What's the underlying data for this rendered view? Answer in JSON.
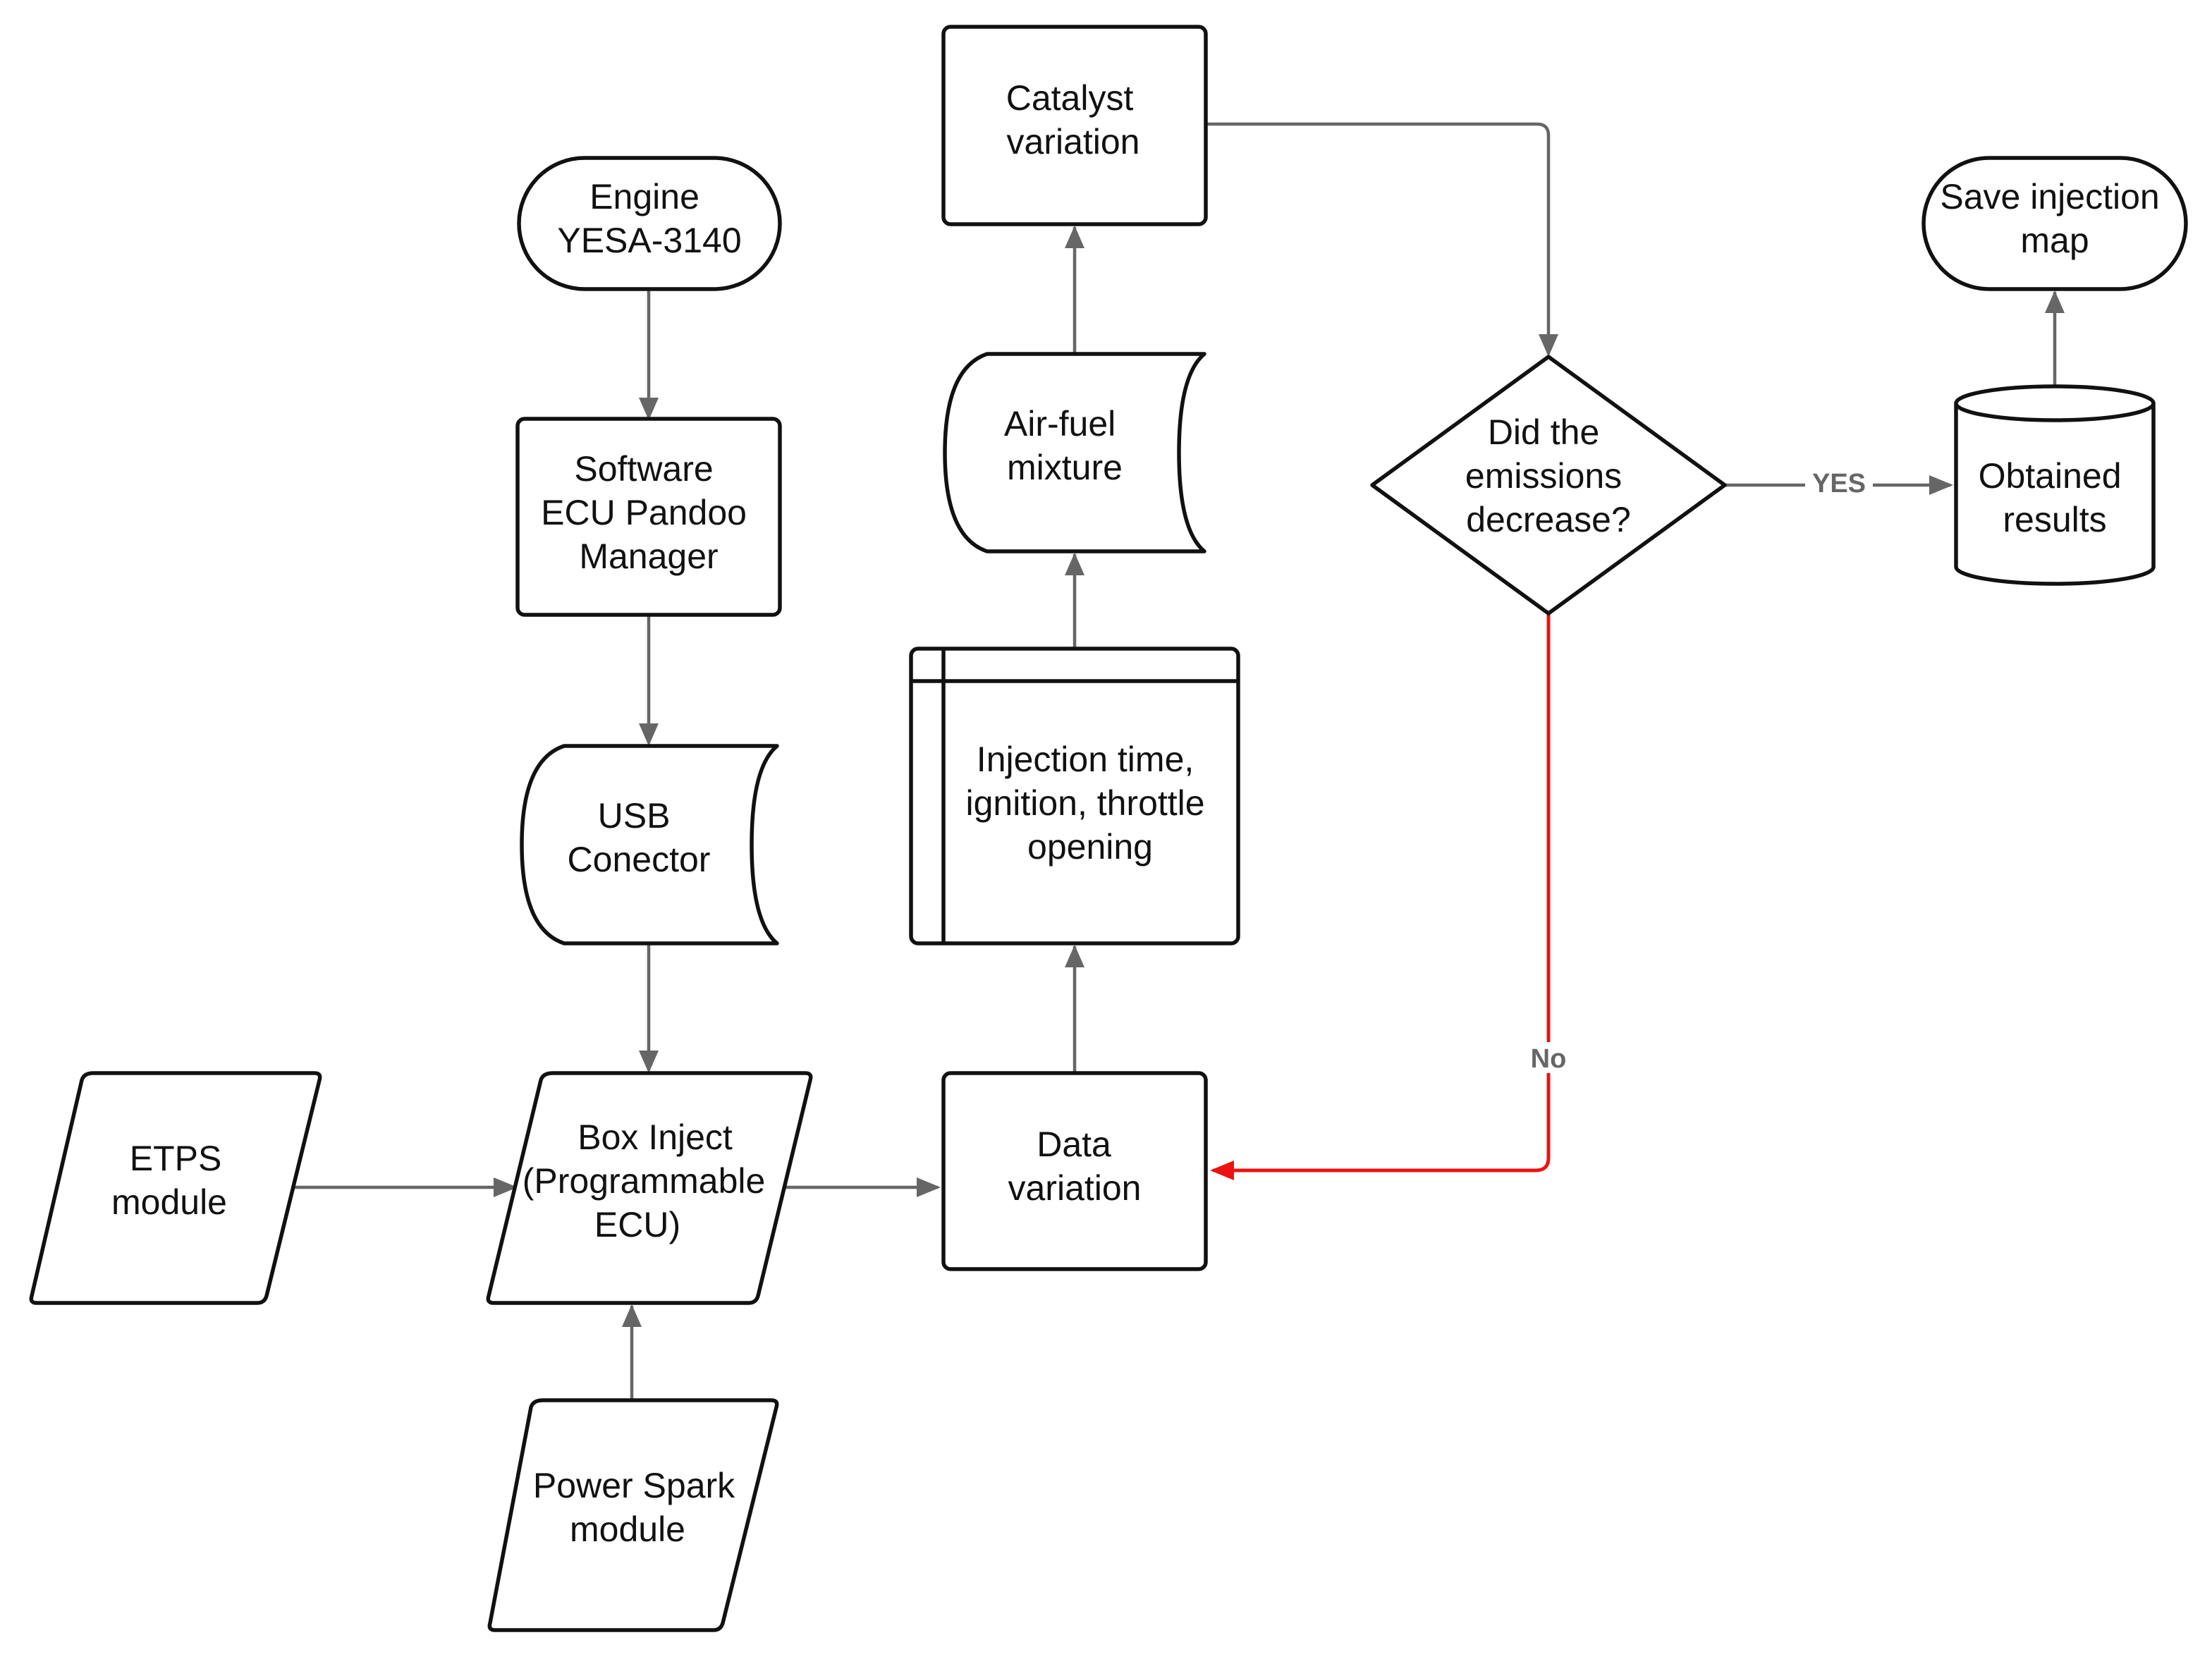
{
  "nodes": {
    "engine": [
      "Engine",
      "YESA-3140"
    ],
    "software": [
      "Software",
      "ECU Pandoo",
      "Manager"
    ],
    "usb": [
      "USB",
      "Conector"
    ],
    "box_inject": [
      "Box Inject",
      "(Programmable",
      "ECU)"
    ],
    "etps": [
      "ETPS",
      "module"
    ],
    "power_spark": [
      "Power Spark",
      "module"
    ],
    "data_variation": [
      "Data",
      "variation"
    ],
    "injection": [
      "Injection time,",
      "ignition, throttle",
      "opening"
    ],
    "air_fuel": [
      "Air-fuel",
      "mixture"
    ],
    "catalyst": [
      "Catalyst",
      "variation"
    ],
    "decision": [
      "Did the",
      "emissions",
      "decrease?"
    ],
    "obtained": [
      "Obtained",
      "results"
    ],
    "save_map": [
      "Save injection",
      "map"
    ]
  },
  "edges": {
    "yes_label": "YES",
    "no_label": "No"
  },
  "colors": {
    "outline": "#111111",
    "connector": "#666666",
    "no_branch": "#ee1111"
  }
}
